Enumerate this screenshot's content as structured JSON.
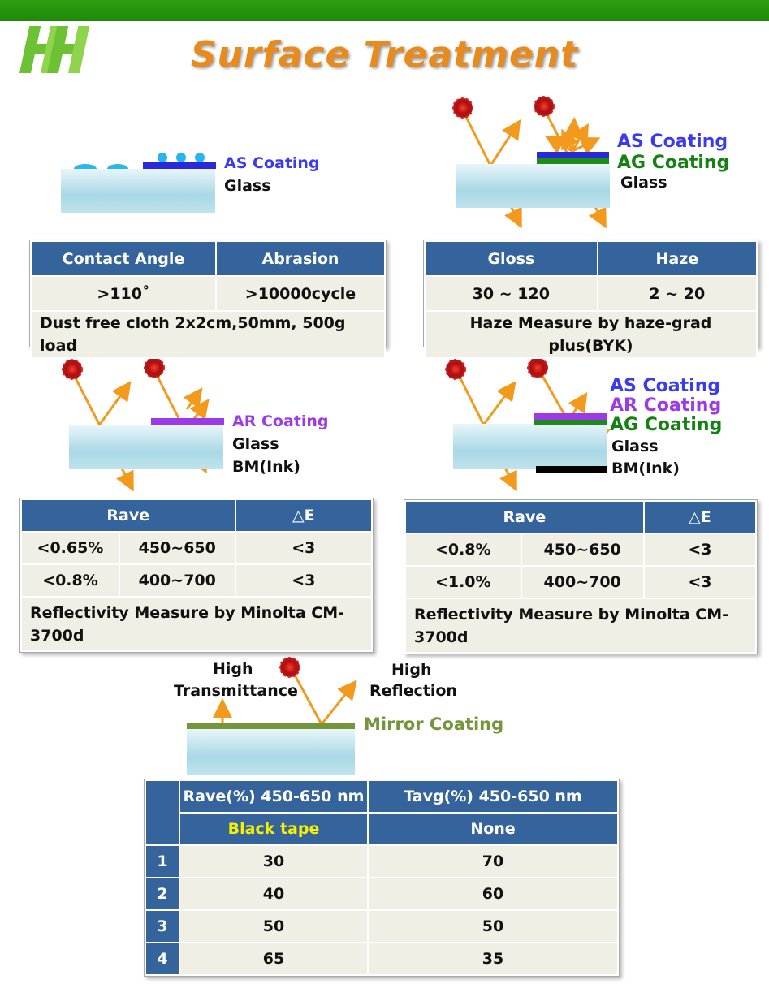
{
  "title": "Surface Treatment",
  "colors": {
    "header_blue": "#34649b",
    "arrow": "#f39a1c",
    "cell_bg": "#efefe6",
    "as_coating": "#3a3af0",
    "ag_coating": "#138213",
    "ar_coating": "#9d3ae8",
    "mirror_coating": "#74963a"
  },
  "panel1": {
    "labels": {
      "as_coating": "AS Coating",
      "glass": "Glass"
    },
    "table": {
      "headers": [
        "Contact Angle",
        "Abrasion"
      ],
      "row": [
        ">110˚",
        ">10000cycle"
      ],
      "note": "Dust free cloth 2x2cm,50mm, 500g load"
    }
  },
  "panel2": {
    "labels": {
      "as_coating": "AS Coating",
      "ag_coating": "AG Coating",
      "glass": "Glass"
    },
    "table": {
      "headers": [
        "Gloss",
        "Haze"
      ],
      "row": [
        "30 ~ 120",
        "2 ~ 20"
      ],
      "note": "Haze Measure by haze-grad plus(BYK)"
    }
  },
  "panel3": {
    "labels": {
      "ar_coating": "AR Coating",
      "glass": "Glass",
      "bm": "BM(Ink)"
    },
    "table": {
      "headers": [
        "Rave",
        "△E"
      ],
      "rows": [
        [
          "<0.65%",
          "450~650",
          "<3"
        ],
        [
          "<0.8%",
          "400~700",
          "<3"
        ]
      ],
      "note": "Reflectivity Measure by  Minolta CM-3700d"
    }
  },
  "panel4": {
    "labels": {
      "as_coating": "AS Coating",
      "ar_coating": "AR Coating",
      "ag_coating": "AG Coating",
      "glass": "Glass",
      "bm": "BM(Ink)"
    },
    "table": {
      "headers": [
        "Rave",
        "△E"
      ],
      "rows": [
        [
          "<0.8%",
          "450~650",
          "<3"
        ],
        [
          "<1.0%",
          "400~700",
          "<3"
        ]
      ],
      "note": "Reflectivity Measure by  Minolta CM-3700d"
    }
  },
  "panel5": {
    "labels": {
      "high_transmittance_1": "High",
      "high_transmittance_2": "Transmittance",
      "high_reflection_1": "High",
      "high_reflection_2": "Reflection",
      "mirror_coating": "Mirror Coating"
    },
    "table": {
      "headers": [
        "Rave(%)  450-650 nm",
        "Tavg(%)  450-650 nm"
      ],
      "subheaders": [
        "Black tape",
        "None"
      ],
      "rows": [
        [
          "1",
          "30",
          "70"
        ],
        [
          "2",
          "40",
          "60"
        ],
        [
          "3",
          "50",
          "50"
        ],
        [
          "4",
          "65",
          "35"
        ]
      ]
    }
  }
}
